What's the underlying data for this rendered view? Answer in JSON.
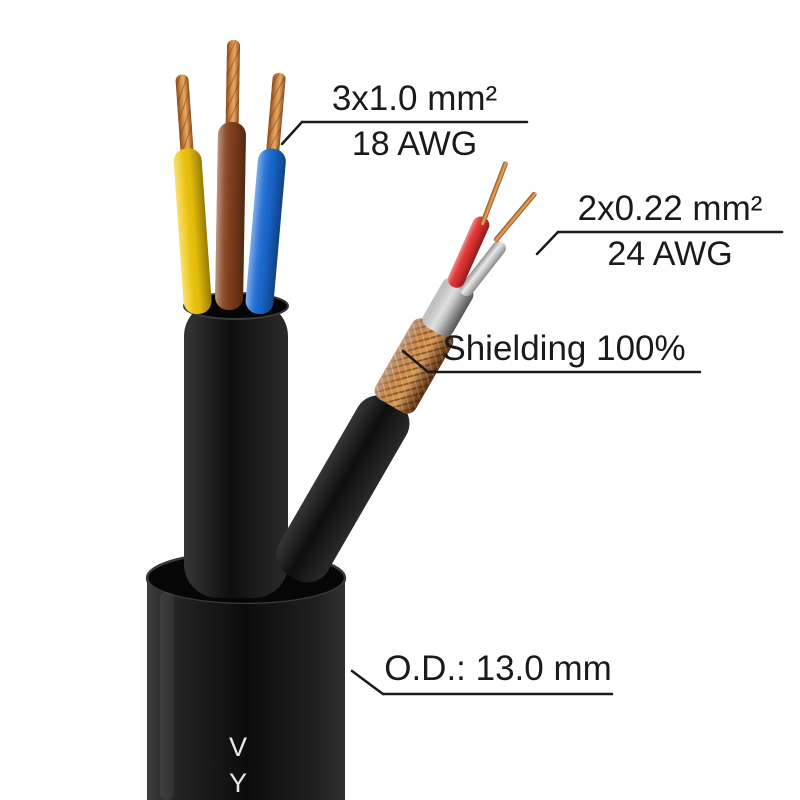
{
  "labels": {
    "conductors_size": "3x1.0 mm²",
    "conductors_awg": "18 AWG",
    "pair_size": "2x0.22 mm²",
    "pair_awg": "24 AWG",
    "shielding": "Shielding 100%",
    "outer_diameter": "O.D.: 13.0 mm"
  },
  "cable_print": {
    "char1": "V",
    "char2": "Y"
  },
  "colors": {
    "jacket_black": "#141414",
    "conductor_yellow": "#f0c60a",
    "conductor_brown": "#84401c",
    "conductor_blue": "#1a6ad4",
    "pair_red": "#e03030",
    "copper": "#bf7c3f",
    "shield_foil": "#cfcfcf",
    "leader_line": "#1a1a1a",
    "text": "#1a1a1a"
  }
}
